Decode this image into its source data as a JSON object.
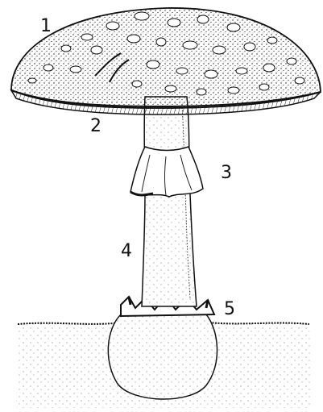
{
  "labels": {
    "cap": "1",
    "gills": "2",
    "ring": "3",
    "stem": "4",
    "volva": "5"
  },
  "colors": {
    "ink": "#111111",
    "paper": "#ffffff"
  }
}
